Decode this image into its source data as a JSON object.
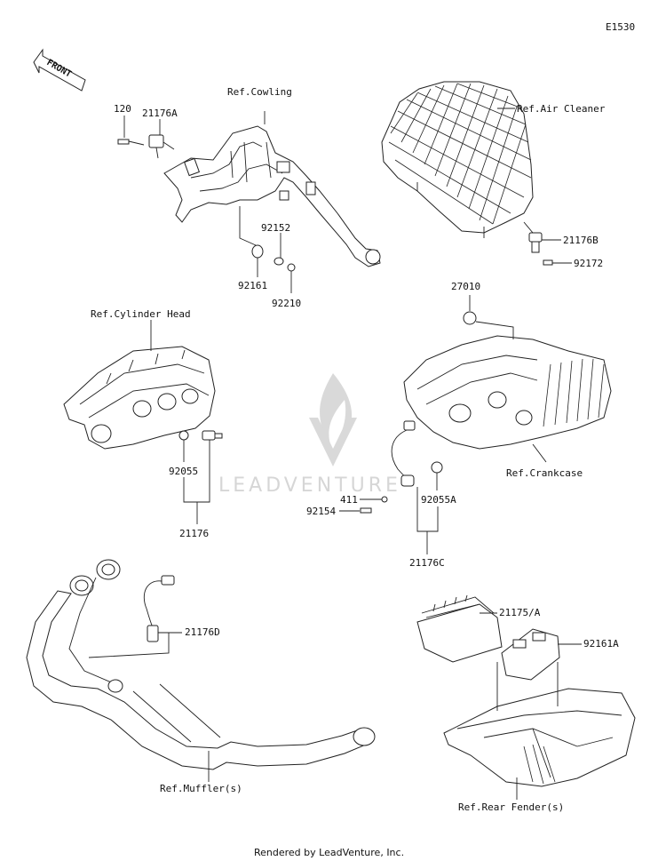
{
  "diagram_code": "E1530",
  "front_arrow": "FRONT",
  "watermark": "LEADVENTURE",
  "footer": "Rendered by LeadVenture, Inc.",
  "labels": {
    "p120": "120",
    "p21176A": "21176A",
    "ref_cowling": "Ref.Cowling",
    "ref_air_cleaner": "Ref.Air Cleaner",
    "p21176B": "21176B",
    "p92172": "92172",
    "p92152": "92152",
    "p92161": "92161",
    "p92210": "92210",
    "p27010": "27010",
    "ref_cylinder_head": "Ref.Cylinder Head",
    "p92055": "92055",
    "p21176": "21176",
    "ref_crankcase": "Ref.Crankcase",
    "p411": "411",
    "p92154": "92154",
    "p92055A": "92055A",
    "p21176C": "21176C",
    "p21176D": "21176D",
    "p21175A": "21175/A",
    "p92161A": "92161A",
    "ref_mufflers": "Ref.Muffler(s)",
    "ref_rear_fender": "Ref.Rear Fender(s)"
  }
}
